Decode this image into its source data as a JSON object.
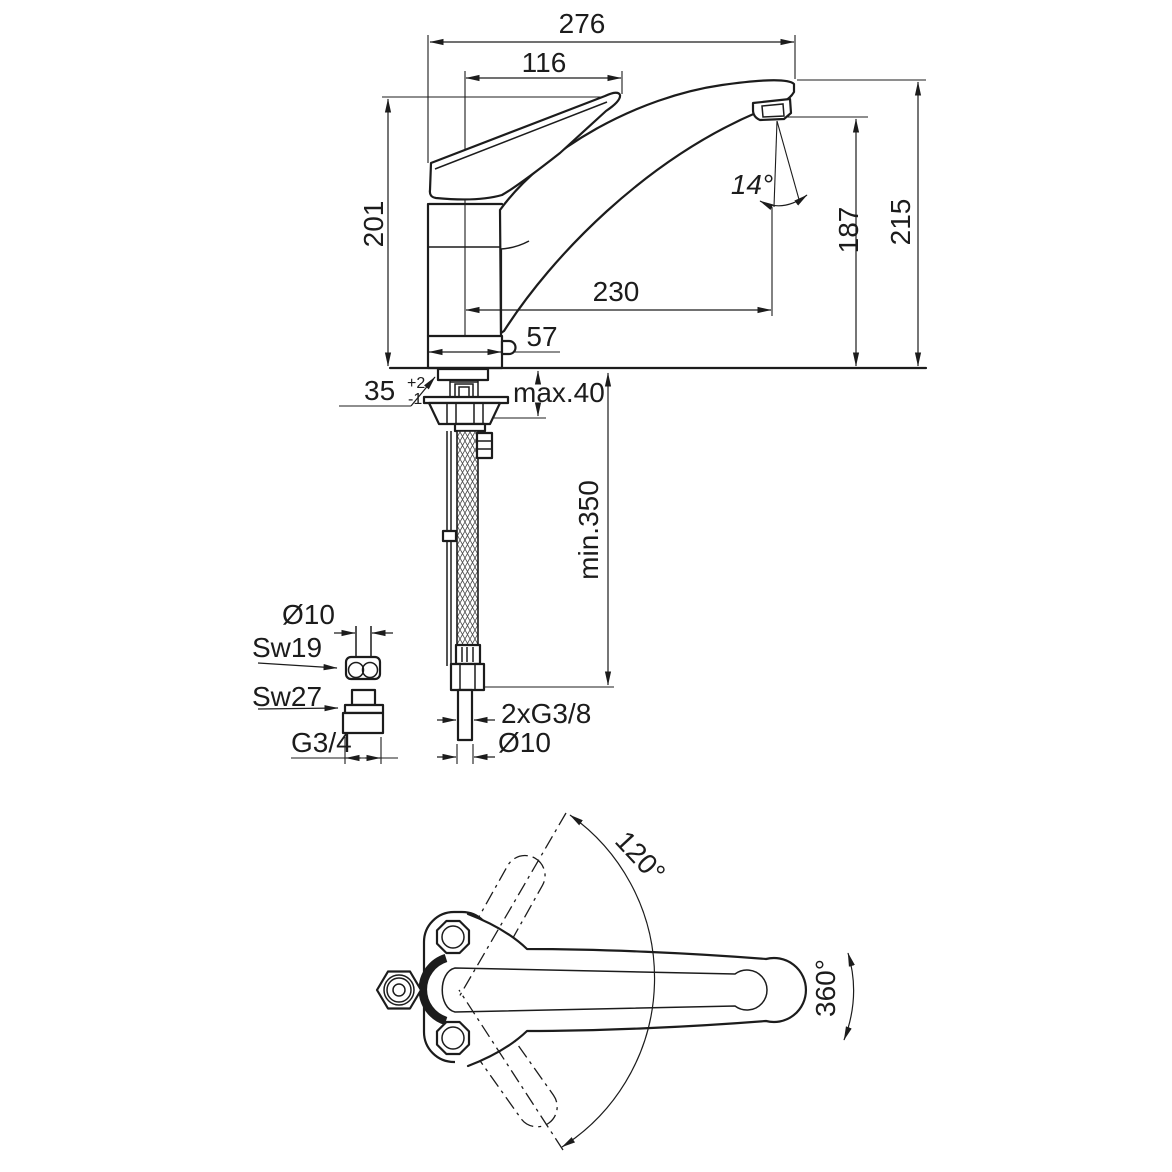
{
  "drawing": {
    "background": "#ffffff",
    "line_color": "#1c1c1c",
    "side_view": {
      "overall_width": "276",
      "handle_length": "116",
      "handle_height": "201",
      "overall_height": "215",
      "outlet_height": "187",
      "spout_reach": "230",
      "base_width": "57",
      "outlet_angle": "14°",
      "mount_hole_dia": "35",
      "mount_hole_tol_plus": "+2",
      "mount_hole_tol_minus": "-1",
      "deck_thickness": "max.40",
      "clearance_below": "min.350"
    },
    "connections": {
      "supply_pipe_dia": "Ø10",
      "wrench_size_small": "Sw19",
      "wrench_size_large": "Sw27",
      "adapter_thread": "G3/4",
      "hose_thread": "2xG3/8",
      "tail_pipe_dia": "Ø10"
    },
    "plan_view": {
      "spout_swivel": "120°",
      "handle_rotation": "360°"
    }
  }
}
